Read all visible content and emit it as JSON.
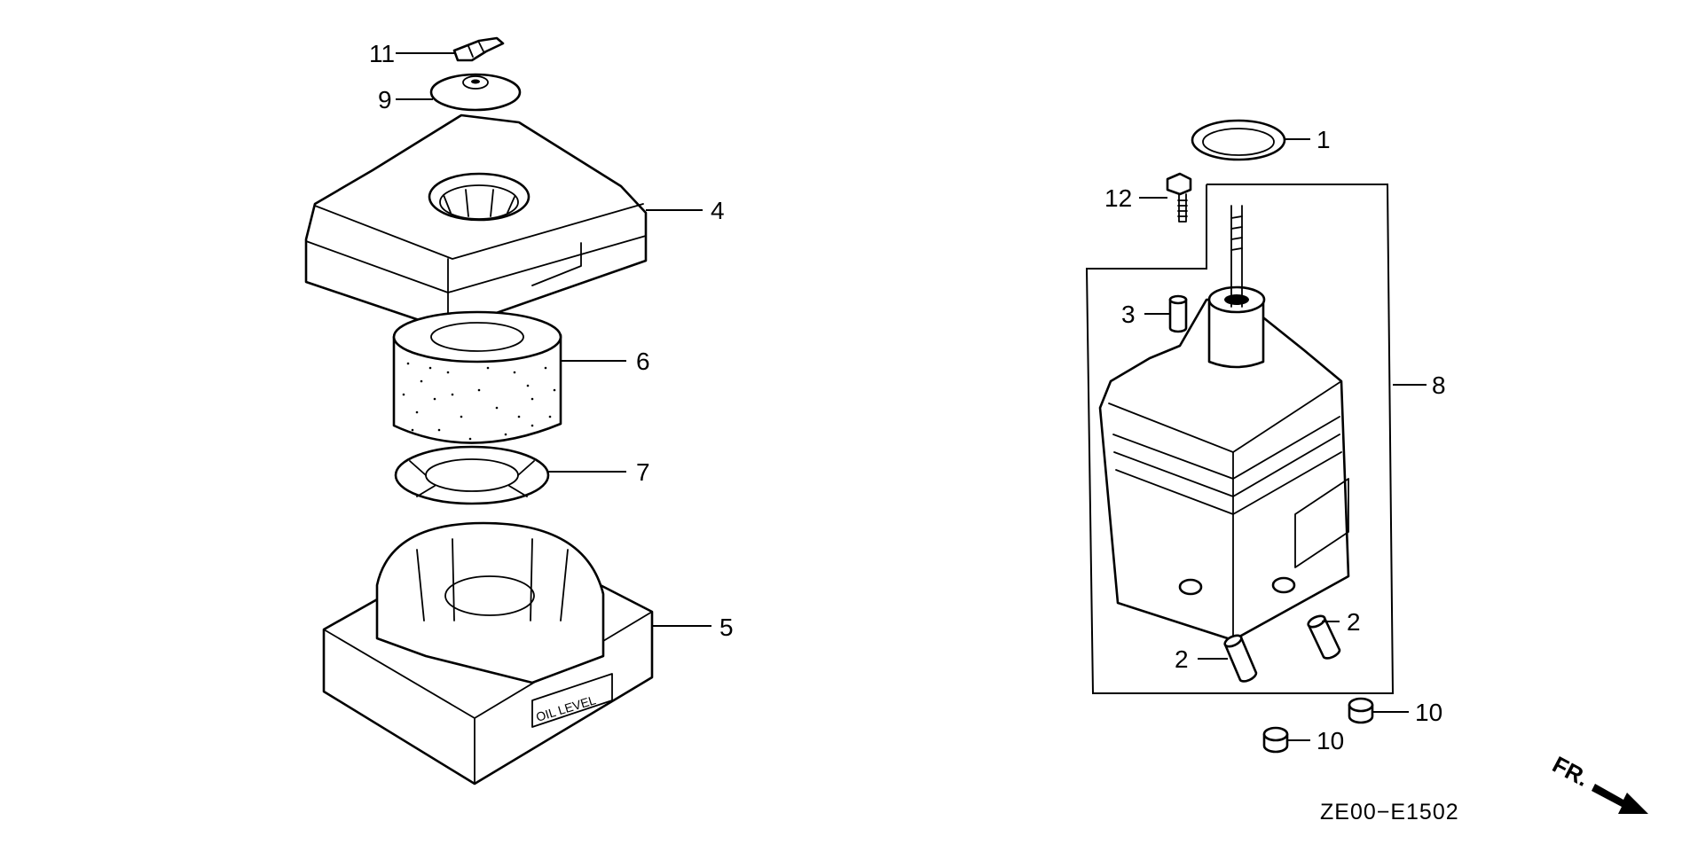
{
  "parts": [
    {
      "id": "p1",
      "label": "1",
      "name": "gasket"
    },
    {
      "id": "p2a",
      "label": "2",
      "name": "collar"
    },
    {
      "id": "p2b",
      "label": "2",
      "name": "collar"
    },
    {
      "id": "p3",
      "label": "3",
      "name": "collar"
    },
    {
      "id": "p4",
      "label": "4",
      "name": "air-cleaner-cover"
    },
    {
      "id": "p5",
      "label": "5",
      "name": "air-cleaner-case"
    },
    {
      "id": "p6",
      "label": "6",
      "name": "filter-element"
    },
    {
      "id": "p7",
      "label": "7",
      "name": "element-support"
    },
    {
      "id": "p8",
      "label": "8",
      "name": "air-cleaner-base-assembly"
    },
    {
      "id": "p9",
      "label": "9",
      "name": "cover-cap"
    },
    {
      "id": "p10a",
      "label": "10",
      "name": "grommet"
    },
    {
      "id": "p10b",
      "label": "10",
      "name": "grommet"
    },
    {
      "id": "p11",
      "label": "11",
      "name": "clip"
    },
    {
      "id": "p12",
      "label": "12",
      "name": "bolt"
    }
  ],
  "case_marking": "OIL LEVEL",
  "direction_label": "FR.",
  "drawing_code": "ZE00−E1502"
}
